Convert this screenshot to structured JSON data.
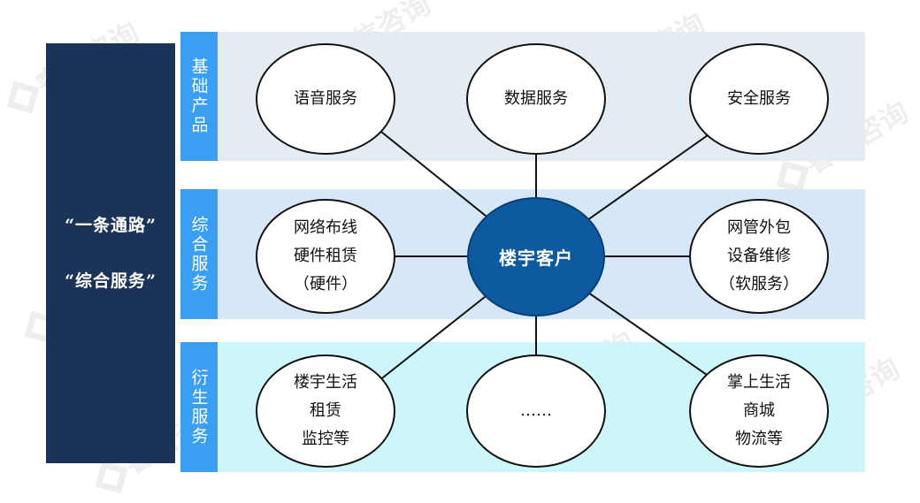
{
  "left_panel": {
    "line1": "“一条通路”",
    "line2": "“综合服务”"
  },
  "tabs": [
    {
      "label": "基础产品"
    },
    {
      "label": "综合服务"
    },
    {
      "label": "衍生服务"
    }
  ],
  "center": {
    "label": "楼宇客户"
  },
  "nodes": {
    "voice": {
      "lines": [
        "语音服务"
      ]
    },
    "data": {
      "lines": [
        "数据服务"
      ]
    },
    "security": {
      "lines": [
        "安全服务"
      ]
    },
    "network": {
      "lines": [
        "网络布线",
        "硬件租赁",
        "（硬件）"
      ]
    },
    "outsourcing": {
      "lines": [
        "网管外包",
        "设备维修",
        "（软服务）"
      ]
    },
    "living": {
      "lines": [
        "楼宇生活",
        "租赁",
        "监控等"
      ]
    },
    "more": {
      "lines": [
        "……"
      ]
    },
    "mobile": {
      "lines": [
        "掌上生活",
        "商城",
        "物流等"
      ]
    }
  },
  "watermark": {
    "text": "睿信咨询"
  },
  "colors": {
    "left_panel": "#1c3358",
    "tab": "#3a9ef2",
    "band_1": "#e3ecf2",
    "band_2": "#d6e8f7",
    "band_3": "#cdf6fa",
    "center": "#0e5aa0"
  }
}
